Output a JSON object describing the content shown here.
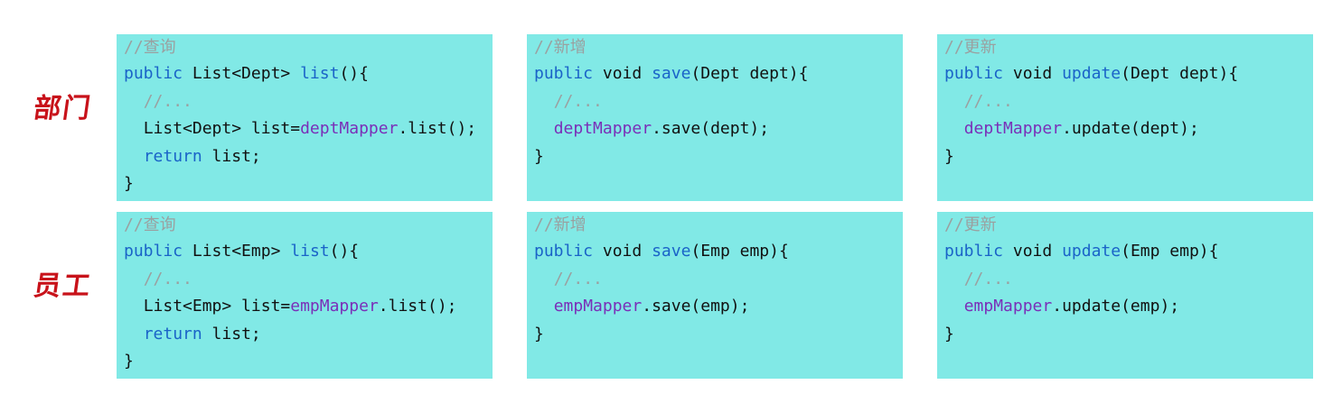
{
  "rows": [
    {
      "label": "部门",
      "cards": [
        {
          "comment": "//查询",
          "kw_public": "public",
          "ret": "List<Dept>",
          "method": "list",
          "params": "(){",
          "body_comment": "//...",
          "stmt_prefix": "List<Dept> list=",
          "mapper": "deptMapper",
          "call": ".list();",
          "kw_return": "return",
          "ret_val": " list;",
          "close": "}"
        },
        {
          "comment": "//新增",
          "kw_public": "public",
          "ret": "void",
          "method": "save",
          "params": "(Dept dept){",
          "body_comment": "//...",
          "mapper": "deptMapper",
          "call": ".save(dept);",
          "close": "}"
        },
        {
          "comment": "//更新",
          "kw_public": "public",
          "ret": "void",
          "method": "update",
          "params": "(Dept dept){",
          "body_comment": "//...",
          "mapper": "deptMapper",
          "call": ".update(dept);",
          "close": "}"
        }
      ]
    },
    {
      "label": "员工",
      "cards": [
        {
          "comment": "//查询",
          "kw_public": "public",
          "ret": "List<Emp>",
          "method": "list",
          "params": "(){",
          "body_comment": "//...",
          "stmt_prefix": "List<Emp> list=",
          "mapper": "empMapper",
          "call": ".list();",
          "kw_return": "return",
          "ret_val": " list;",
          "close": "}"
        },
        {
          "comment": "//新增",
          "kw_public": "public",
          "ret": "void",
          "method": "save",
          "params": "(Emp emp){",
          "body_comment": "//...",
          "mapper": "empMapper",
          "call": ".save(emp);",
          "close": "}"
        },
        {
          "comment": "//更新",
          "kw_public": "public",
          "ret": "void",
          "method": "update",
          "params": "(Emp emp){",
          "body_comment": "//...",
          "mapper": "empMapper",
          "call": ".update(emp);",
          "close": "}"
        }
      ]
    }
  ],
  "colors": {
    "card_bg": "#81e9e6",
    "label": "#c8121a",
    "keyword": "#1a63c8",
    "comment": "#9aa0a0",
    "mapper": "#7a2fb8"
  }
}
